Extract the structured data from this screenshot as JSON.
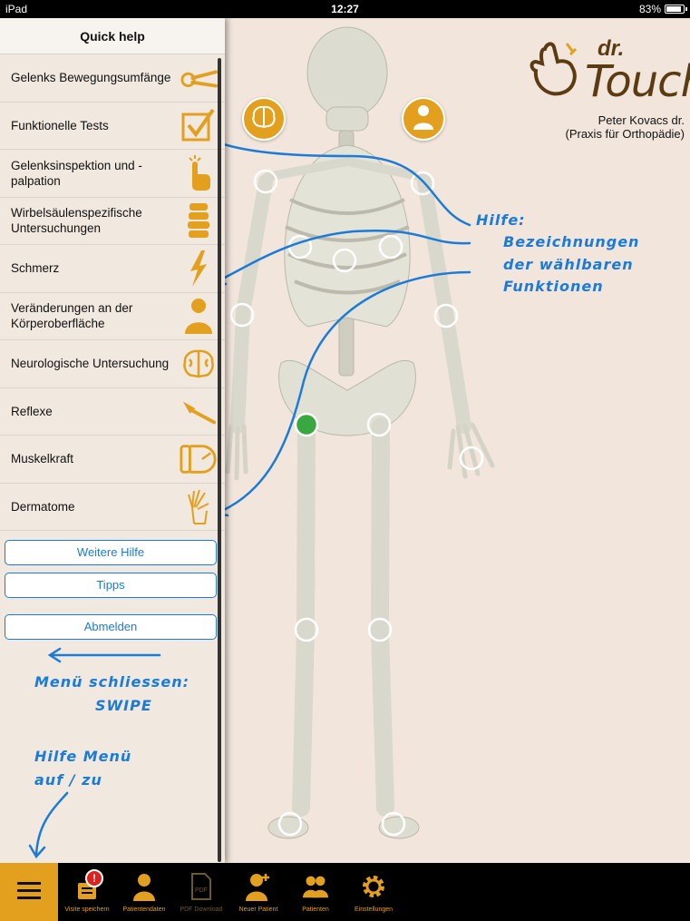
{
  "status": {
    "device": "iPad",
    "time": "12:27",
    "battery": "83%",
    "battery_level": 0.83
  },
  "logo": {
    "dr": "dr.",
    "touch": "Touch"
  },
  "doctor": {
    "name": "Peter Kovacs dr.",
    "practice": "(Praxis für Orthopädie)"
  },
  "drawer": {
    "title": "Quick help",
    "items": [
      {
        "label": "Gelenks Bewegungsumfänge",
        "icon": "goniometer-icon"
      },
      {
        "label": "Funktionelle Tests",
        "icon": "checkbox-icon"
      },
      {
        "label": "Gelenksinspektion und -palpation",
        "icon": "hand-pointer-icon"
      },
      {
        "label": "Wirbelsäulenspezifische Untersuchungen",
        "icon": "spine-icon"
      },
      {
        "label": "Schmerz",
        "icon": "lightning-icon"
      },
      {
        "label": "Veränderungen an der Körperoberfläche",
        "icon": "person-body-icon"
      },
      {
        "label": "Neurologische Untersuchung",
        "icon": "brain-icon"
      },
      {
        "label": "Reflexe",
        "icon": "reflex-hammer-icon"
      },
      {
        "label": "Muskelkraft",
        "icon": "dynamometer-icon"
      },
      {
        "label": "Dermatome",
        "icon": "dermatome-hand-icon"
      }
    ],
    "buttons": {
      "more_help": "Weitere Hilfe",
      "tips": "Tipps",
      "logout": "Abmelden"
    }
  },
  "annotations": {
    "help_1": "Hilfe:",
    "help_2": "Bezeichnungen",
    "help_3": "der wählbaren",
    "help_4": "Funktionen",
    "close_1": "Menü schliessen:",
    "close_2": "SWIPE",
    "menu_1": "Hilfe Menü",
    "menu_2": "auf / zu"
  },
  "tabs": [
    {
      "label": "Visite speichern",
      "icon": "save-visit-icon",
      "badge": "!"
    },
    {
      "label": "Patientendaten",
      "icon": "patient-icon"
    },
    {
      "label": "PDF Download",
      "icon": "pdf-icon",
      "disabled": true
    },
    {
      "label": "Neuer Patient",
      "icon": "add-patient-icon"
    },
    {
      "label": "Patienten",
      "icon": "patients-icon"
    },
    {
      "label": "Einstellungen",
      "icon": "gear-icon"
    }
  ],
  "colors": {
    "accent": "#e2a01e",
    "annotation": "#1b7bd6",
    "background": "#f2e6dc",
    "joint_selected": "#3aa840"
  }
}
